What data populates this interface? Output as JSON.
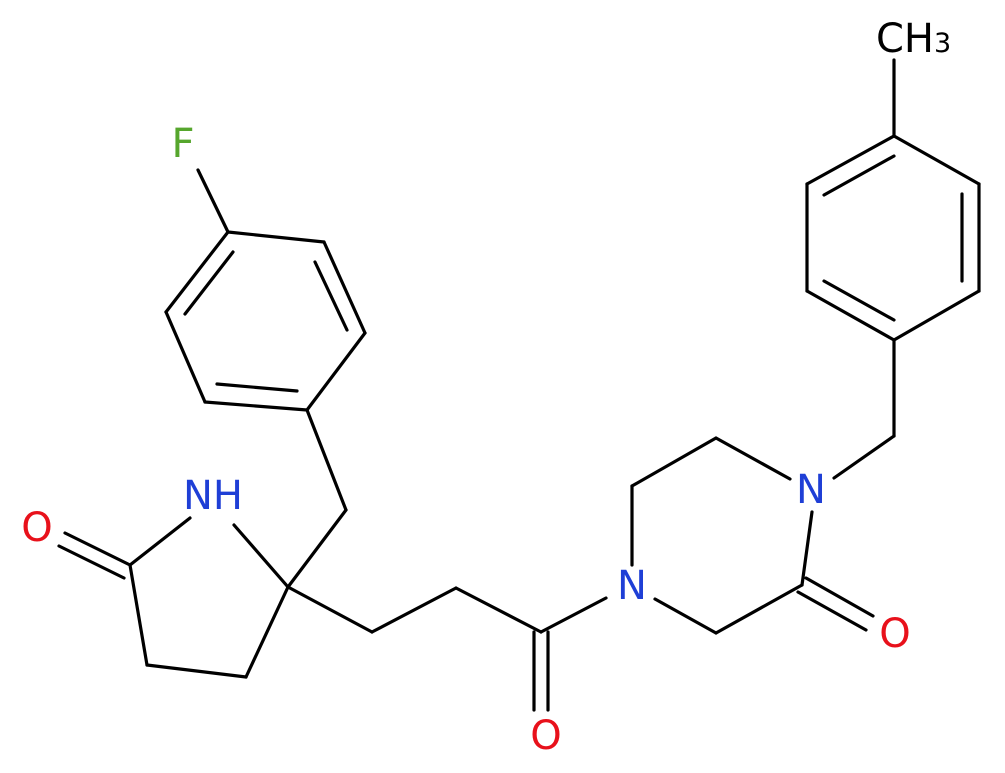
{
  "molecule": {
    "atoms": {
      "fluorine": "F",
      "lactam_nh": "NH",
      "lactam_oxygen": "O",
      "amide_oxygen": "O",
      "piperazine_n4": "N",
      "piperazine_n1": "N",
      "piperazinone_oxygen": "O",
      "methyl_c": "CH",
      "methyl_sub": "3"
    },
    "colors": {
      "bond": "#000000",
      "nitrogen": "#1f3fd6",
      "oxygen": "#e8111b",
      "fluorine": "#56a62d",
      "carbon": "#000000"
    }
  }
}
